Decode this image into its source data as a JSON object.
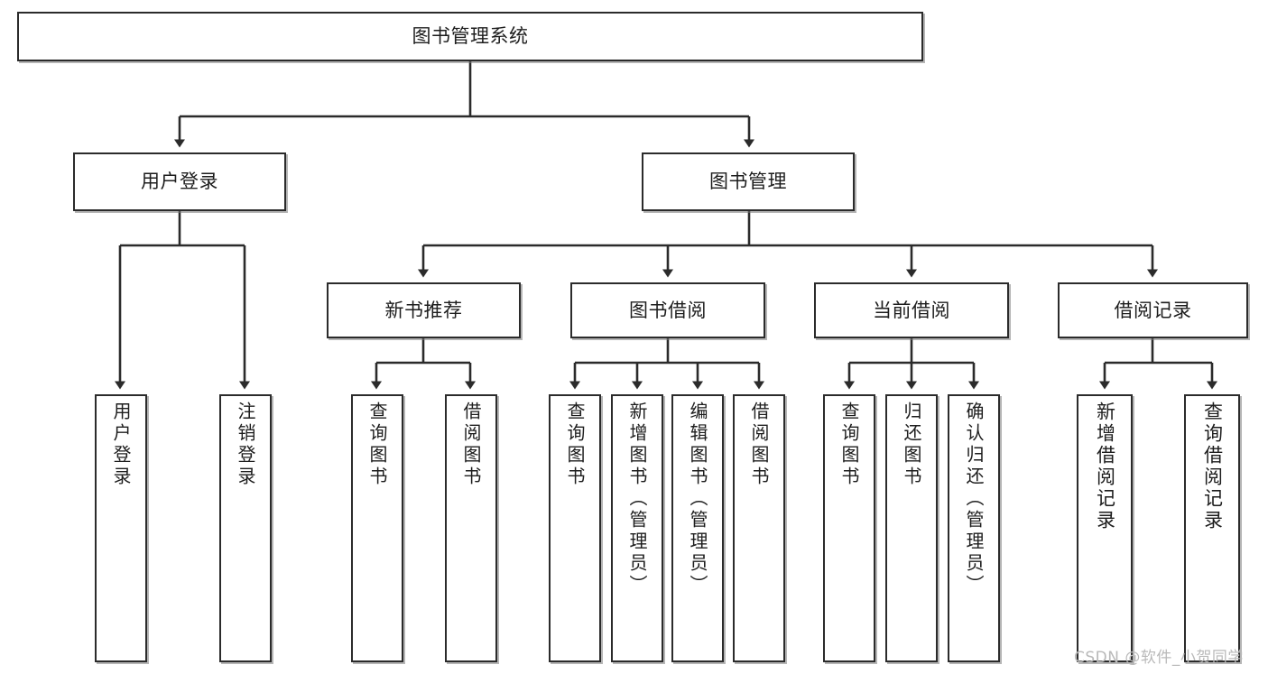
{
  "diagram": {
    "type": "tree-hierarchy-chart",
    "title": "图书管理系统",
    "root": {
      "id": "root",
      "label": "图书管理系统"
    },
    "level2": [
      {
        "id": "user-login",
        "label": "用户登录"
      },
      {
        "id": "book-management",
        "label": "图书管理"
      }
    ],
    "level3": [
      {
        "id": "new-book-recommend",
        "label": "新书推荐",
        "parent": "book-management"
      },
      {
        "id": "book-borrow",
        "label": "图书借阅",
        "parent": "book-management"
      },
      {
        "id": "current-borrow",
        "label": "当前借阅",
        "parent": "book-management"
      },
      {
        "id": "borrow-record",
        "label": "借阅记录",
        "parent": "book-management"
      }
    ],
    "leaves": {
      "user_login": [
        {
          "id": "leaf-user-login",
          "label": "用户登录"
        },
        {
          "id": "leaf-logout-login",
          "label": "注销登录"
        }
      ],
      "new_book_recommend": [
        {
          "id": "leaf-query-book-1",
          "label": "查询图书"
        },
        {
          "id": "leaf-borrow-book-1",
          "label": "借阅图书"
        }
      ],
      "book_borrow": [
        {
          "id": "leaf-query-book-2",
          "label": "查询图书"
        },
        {
          "id": "leaf-add-book",
          "label": "新增图书（管理员）"
        },
        {
          "id": "leaf-edit-book",
          "label": "编辑图书（管理员）"
        },
        {
          "id": "leaf-borrow-book-2",
          "label": "借阅图书"
        }
      ],
      "current_borrow": [
        {
          "id": "leaf-query-book-3",
          "label": "查询图书"
        },
        {
          "id": "leaf-return-book",
          "label": "归还图书"
        },
        {
          "id": "leaf-confirm-return",
          "label": "确认归还（管理员）"
        }
      ],
      "borrow_record": [
        {
          "id": "leaf-add-record",
          "label": "新增借阅记录"
        },
        {
          "id": "leaf-query-record",
          "label": "查询借阅记录"
        }
      ]
    },
    "colors": {
      "stroke": "#2b2b2b",
      "fill": "#ffffff",
      "text": "#1d1d1d",
      "shadow": "#787878",
      "watermark": "#b9b9b9"
    }
  },
  "watermark": {
    "text": "CSDN @软件_小贺同学"
  }
}
